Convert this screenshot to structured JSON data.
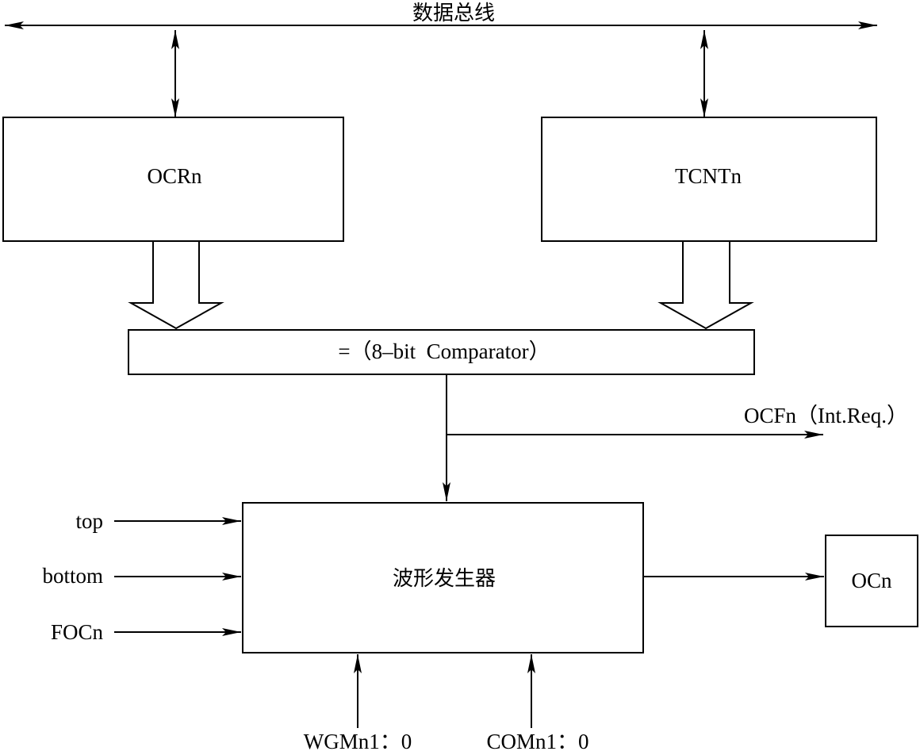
{
  "bus": {
    "label": "数据总线"
  },
  "registers": {
    "ocr": {
      "label": "OCRn"
    },
    "tcnt": {
      "label": "TCNTn"
    }
  },
  "comparator": {
    "label": "=（8–bit  Comparator）"
  },
  "interrupt": {
    "label": "OCFn（Int.Req.）"
  },
  "waveform_generator": {
    "label": "波形发生器"
  },
  "inputs": {
    "top": "top",
    "bottom": "bottom",
    "focn": "FOCn",
    "wgm": "WGMn1：0",
    "com": "COMn1：0"
  },
  "output": {
    "label": "OCn"
  },
  "colors": {
    "stroke": "#000000",
    "background": "#ffffff"
  }
}
